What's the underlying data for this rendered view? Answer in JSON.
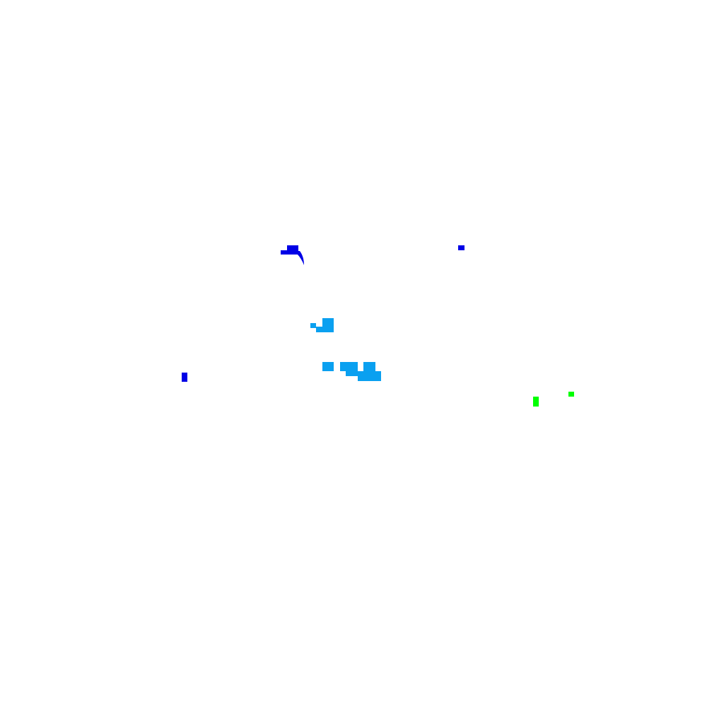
{
  "colors": {
    "background": "#ffffff",
    "blue": "#0000e6",
    "light_blue": "#0aa0f0",
    "green": "#00ff00"
  },
  "shapes": {
    "blue_blobs": 3,
    "light_blue_blobs": 2,
    "green_blobs": 2
  }
}
